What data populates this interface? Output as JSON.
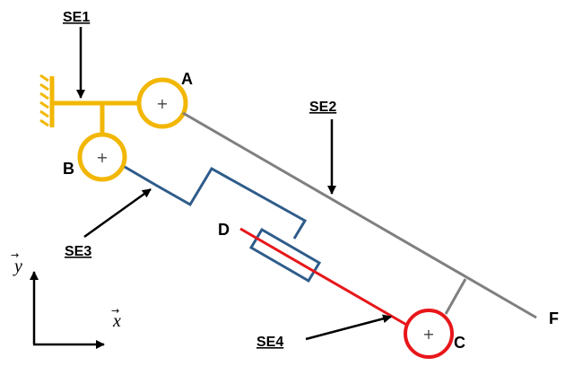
{
  "points": {
    "A": "A",
    "B": "B",
    "C": "C",
    "D": "D",
    "F": "F"
  },
  "elements": {
    "se1": "SE1",
    "se2": "SE2",
    "se3": "SE3",
    "se4": "SE4"
  },
  "axes": {
    "x": "x",
    "y": "y",
    "arrow": "→"
  },
  "joint_symbol": "+",
  "colors": {
    "yellow": "#f2b705",
    "gray": "#7f7f7f",
    "blue": "#2e5c8a",
    "red": "#e8161a",
    "black": "#000000"
  }
}
